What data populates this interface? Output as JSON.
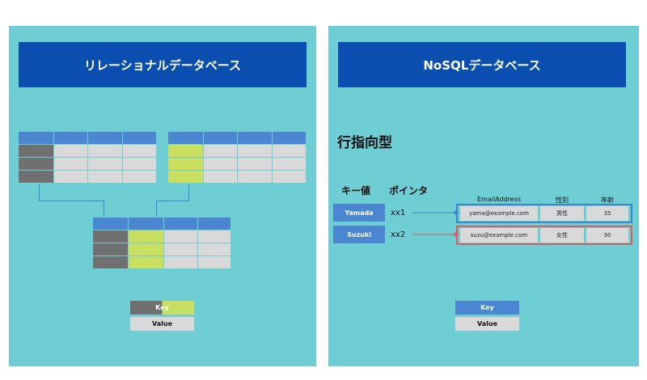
{
  "left": {
    "title": "リレーショナルデータベース",
    "key_label": "Key",
    "value_label": "Value"
  },
  "right": {
    "title": "NoSQLデータベース",
    "subtitle": "行指向型",
    "key_col": "キー値",
    "pointer_col": "ポインタ",
    "columns": [
      "EmailAddress",
      "性別",
      "年齢"
    ],
    "rows": [
      {
        "key": "Yamada",
        "pointer": "xx1",
        "email": "yama@example.com",
        "gender": "男性",
        "age": "35"
      },
      {
        "key": "Suzuki",
        "pointer": "xx2",
        "email": "suzu@example.com",
        "gender": "女性",
        "age": "30"
      }
    ],
    "key_label": "Key",
    "value_label": "Value"
  },
  "colors": {
    "panel": "#6fced3",
    "title_bar": "#0a4fb0",
    "header": "#4a87d0",
    "key_dark": "#707070",
    "key_green": "#c9df5f",
    "value_gray": "#d9d9d9",
    "row1_border": "#3a86c9",
    "row2_border": "#e05a5a"
  }
}
